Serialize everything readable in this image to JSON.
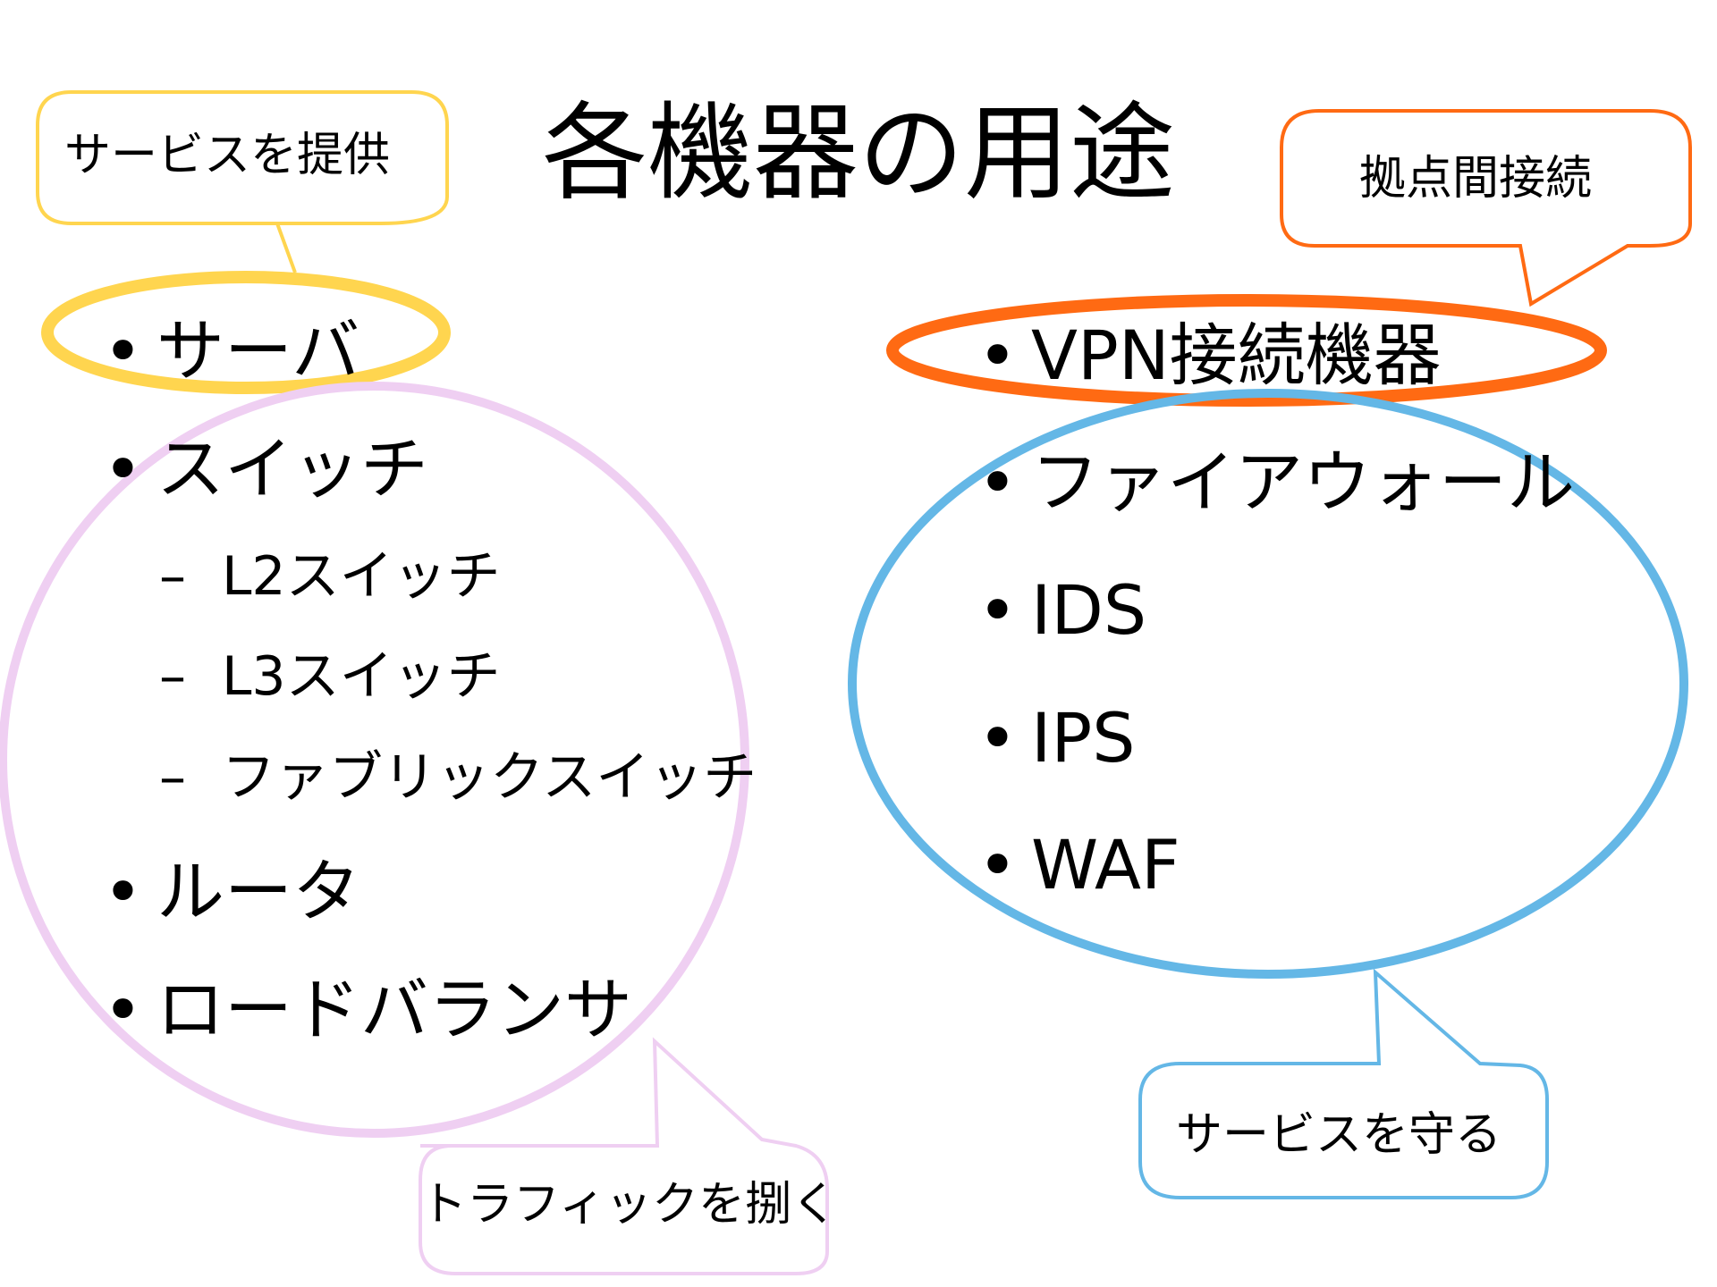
{
  "title": "各機器の用途",
  "left_list": {
    "items": [
      "サーバ",
      "スイッチ",
      "ルータ",
      "ロードバランサ"
    ],
    "sub_items": [
      "L2スイッチ",
      "L3スイッチ",
      "ファブリックスイッチ"
    ]
  },
  "right_list": {
    "items": [
      "VPN接続機器",
      "ファイアウォール",
      "IDS",
      "IPS",
      "WAF"
    ]
  },
  "bullet_symbol": "•",
  "dash_symbol": "–",
  "callouts": {
    "provide_service": "サービスを提供",
    "route_traffic": "トラフィックを捌く",
    "site_connection": "拠点間接続",
    "protect_service": "サービスを守る"
  },
  "colors": {
    "yellow": "#FFD54F",
    "pink": "#EFCFF2",
    "orange": "#FF6A13",
    "blue": "#64B7E6"
  }
}
